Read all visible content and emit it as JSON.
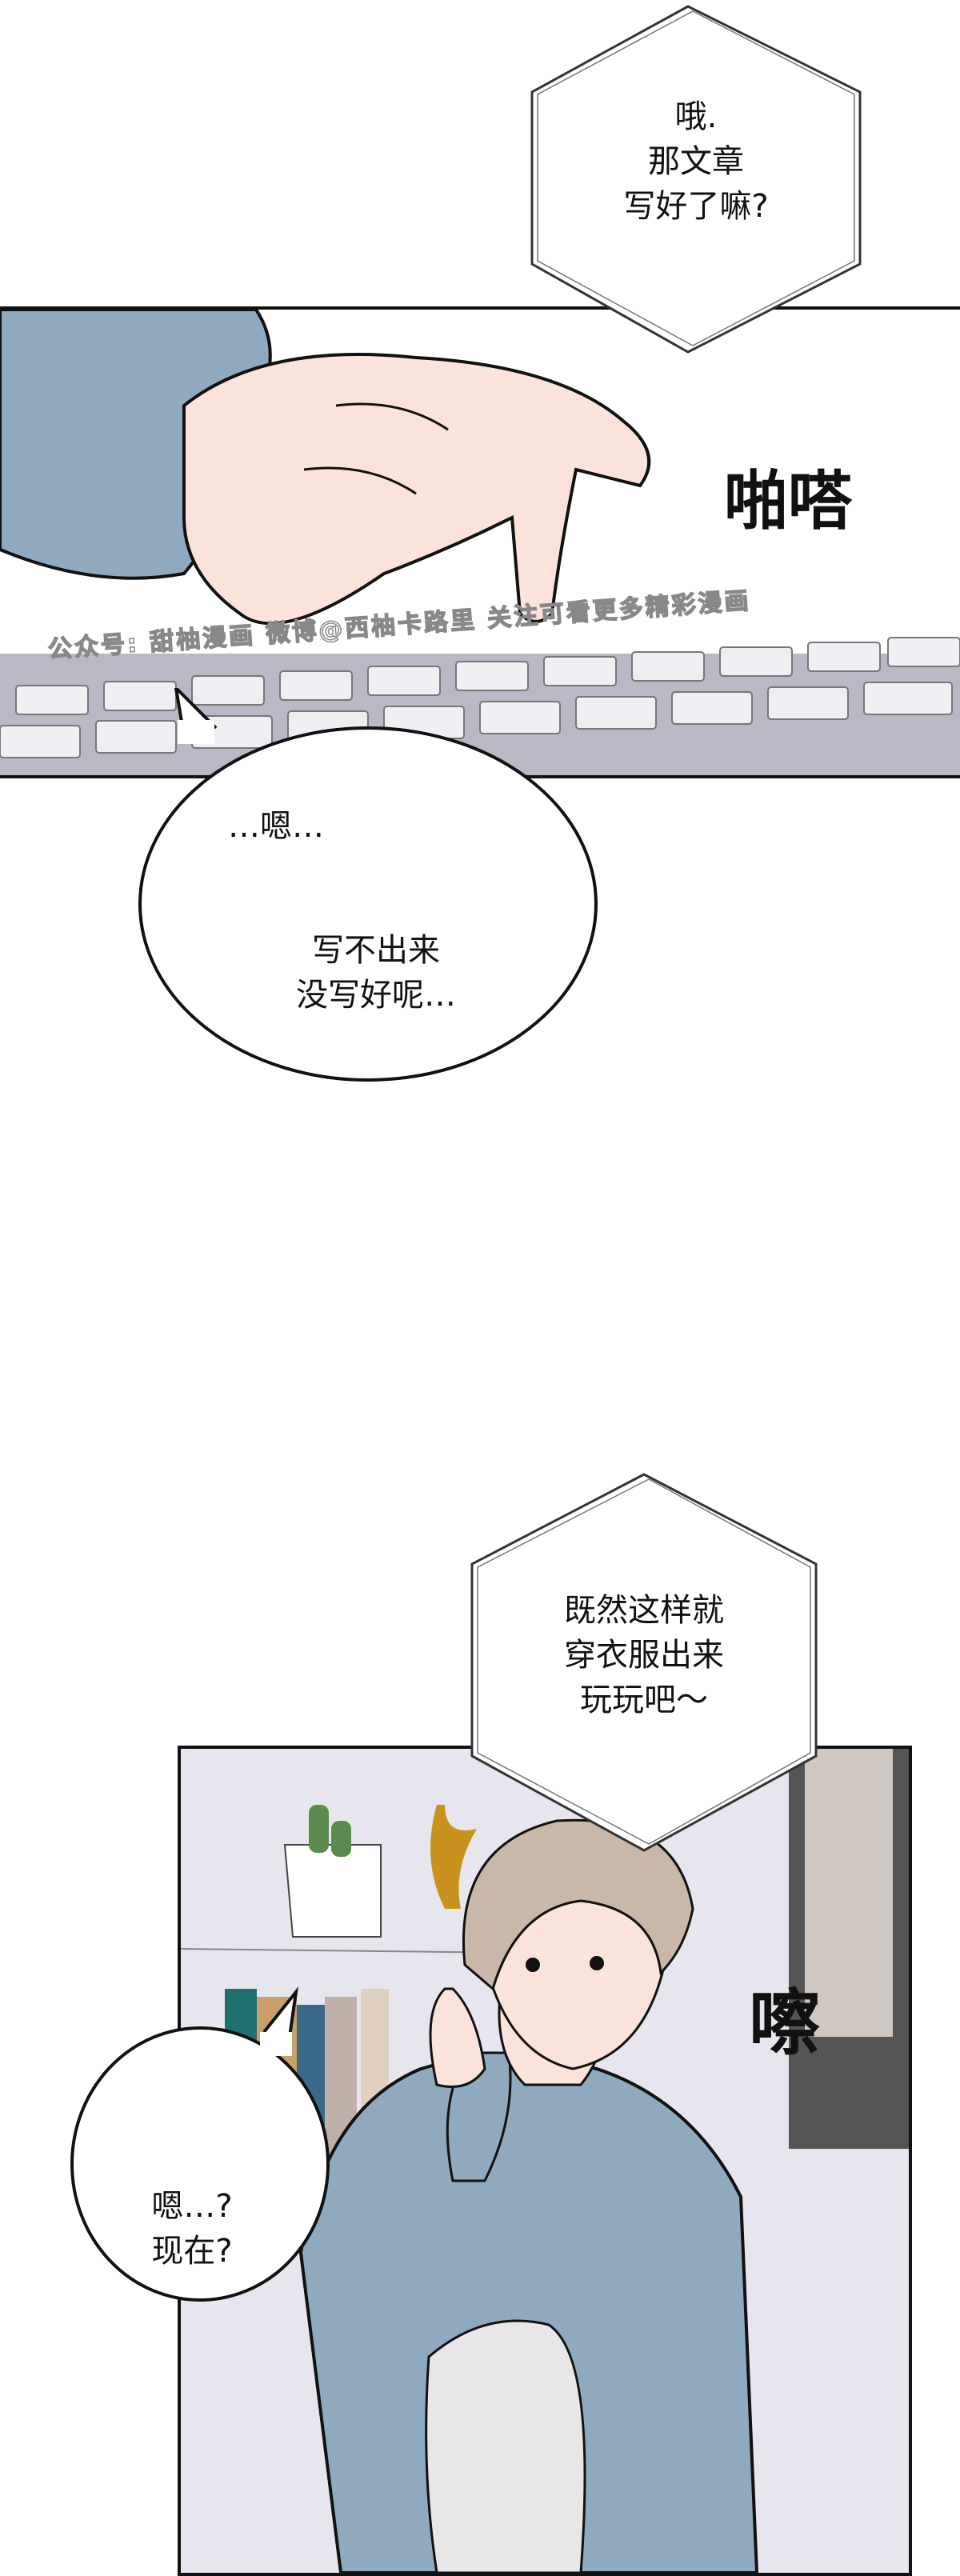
{
  "page": {
    "title": "comic page"
  },
  "bubbles": {
    "b1": {
      "lines": [
        "哦.",
        "那文章",
        "写好了嘛?"
      ]
    },
    "b2": {
      "line1": "…嗯…",
      "lines": [
        "写不出来",
        "没写好呢…"
      ]
    },
    "b3": {
      "lines": [
        "既然这样就",
        "穿衣服出来",
        "玩玩吧～"
      ]
    },
    "b4": {
      "lines": [
        "嗯…?",
        "现在?"
      ]
    }
  },
  "sfx": {
    "typing": "啪嗒",
    "click": "嚓"
  },
  "watermark": {
    "text": "公众号: 甜柚漫画   微博@西柚卡路里   关注可看更多精彩漫画"
  },
  "colors": {
    "sweater": "#8fa9bf",
    "skin": "#fbe3dc",
    "hair": "#c9b8aa",
    "bg": "#e4e2ec",
    "vase": "#c9921e",
    "chair": "#8a5a44"
  }
}
